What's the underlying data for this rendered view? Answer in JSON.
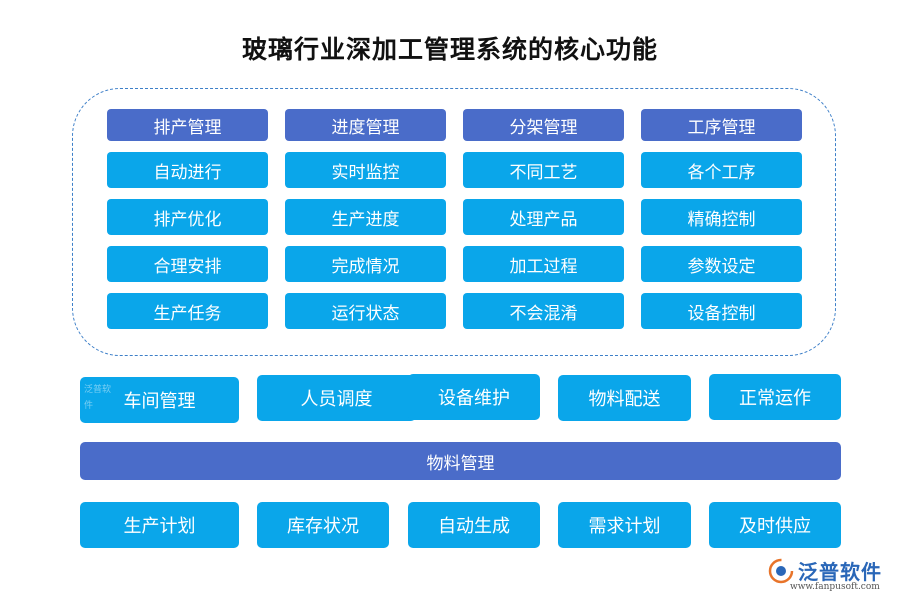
{
  "title": "玻璃行业深加工管理系统的核心功能",
  "grid": {
    "headers": [
      "排产管理",
      "进度管理",
      "分架管理",
      "工序管理"
    ],
    "rows": [
      [
        "自动进行",
        "实时监控",
        "不同工艺",
        "各个工序"
      ],
      [
        "排产优化",
        "生产进度",
        "处理产品",
        "精确控制"
      ],
      [
        "合理安排",
        "完成情况",
        "加工过程",
        "参数设定"
      ],
      [
        "生产任务",
        "运行状态",
        "不会混淆",
        "设备控制"
      ]
    ]
  },
  "middle": [
    "车间管理",
    "人员调度",
    "设备维护",
    "物料配送",
    "正常运作"
  ],
  "bar_label": "物料管理",
  "bottom": [
    "生产计划",
    "库存状况",
    "自动生成",
    "需求计划",
    "及时供应"
  ],
  "watermark_small": "泛普软件",
  "logo": {
    "name": "泛普软件",
    "url": "www.fanpusoft.com"
  },
  "colors": {
    "header_blue": "#4a6cc9",
    "cell_cyan": "#0aa6ea",
    "dash_border": "#3d7fc8"
  }
}
